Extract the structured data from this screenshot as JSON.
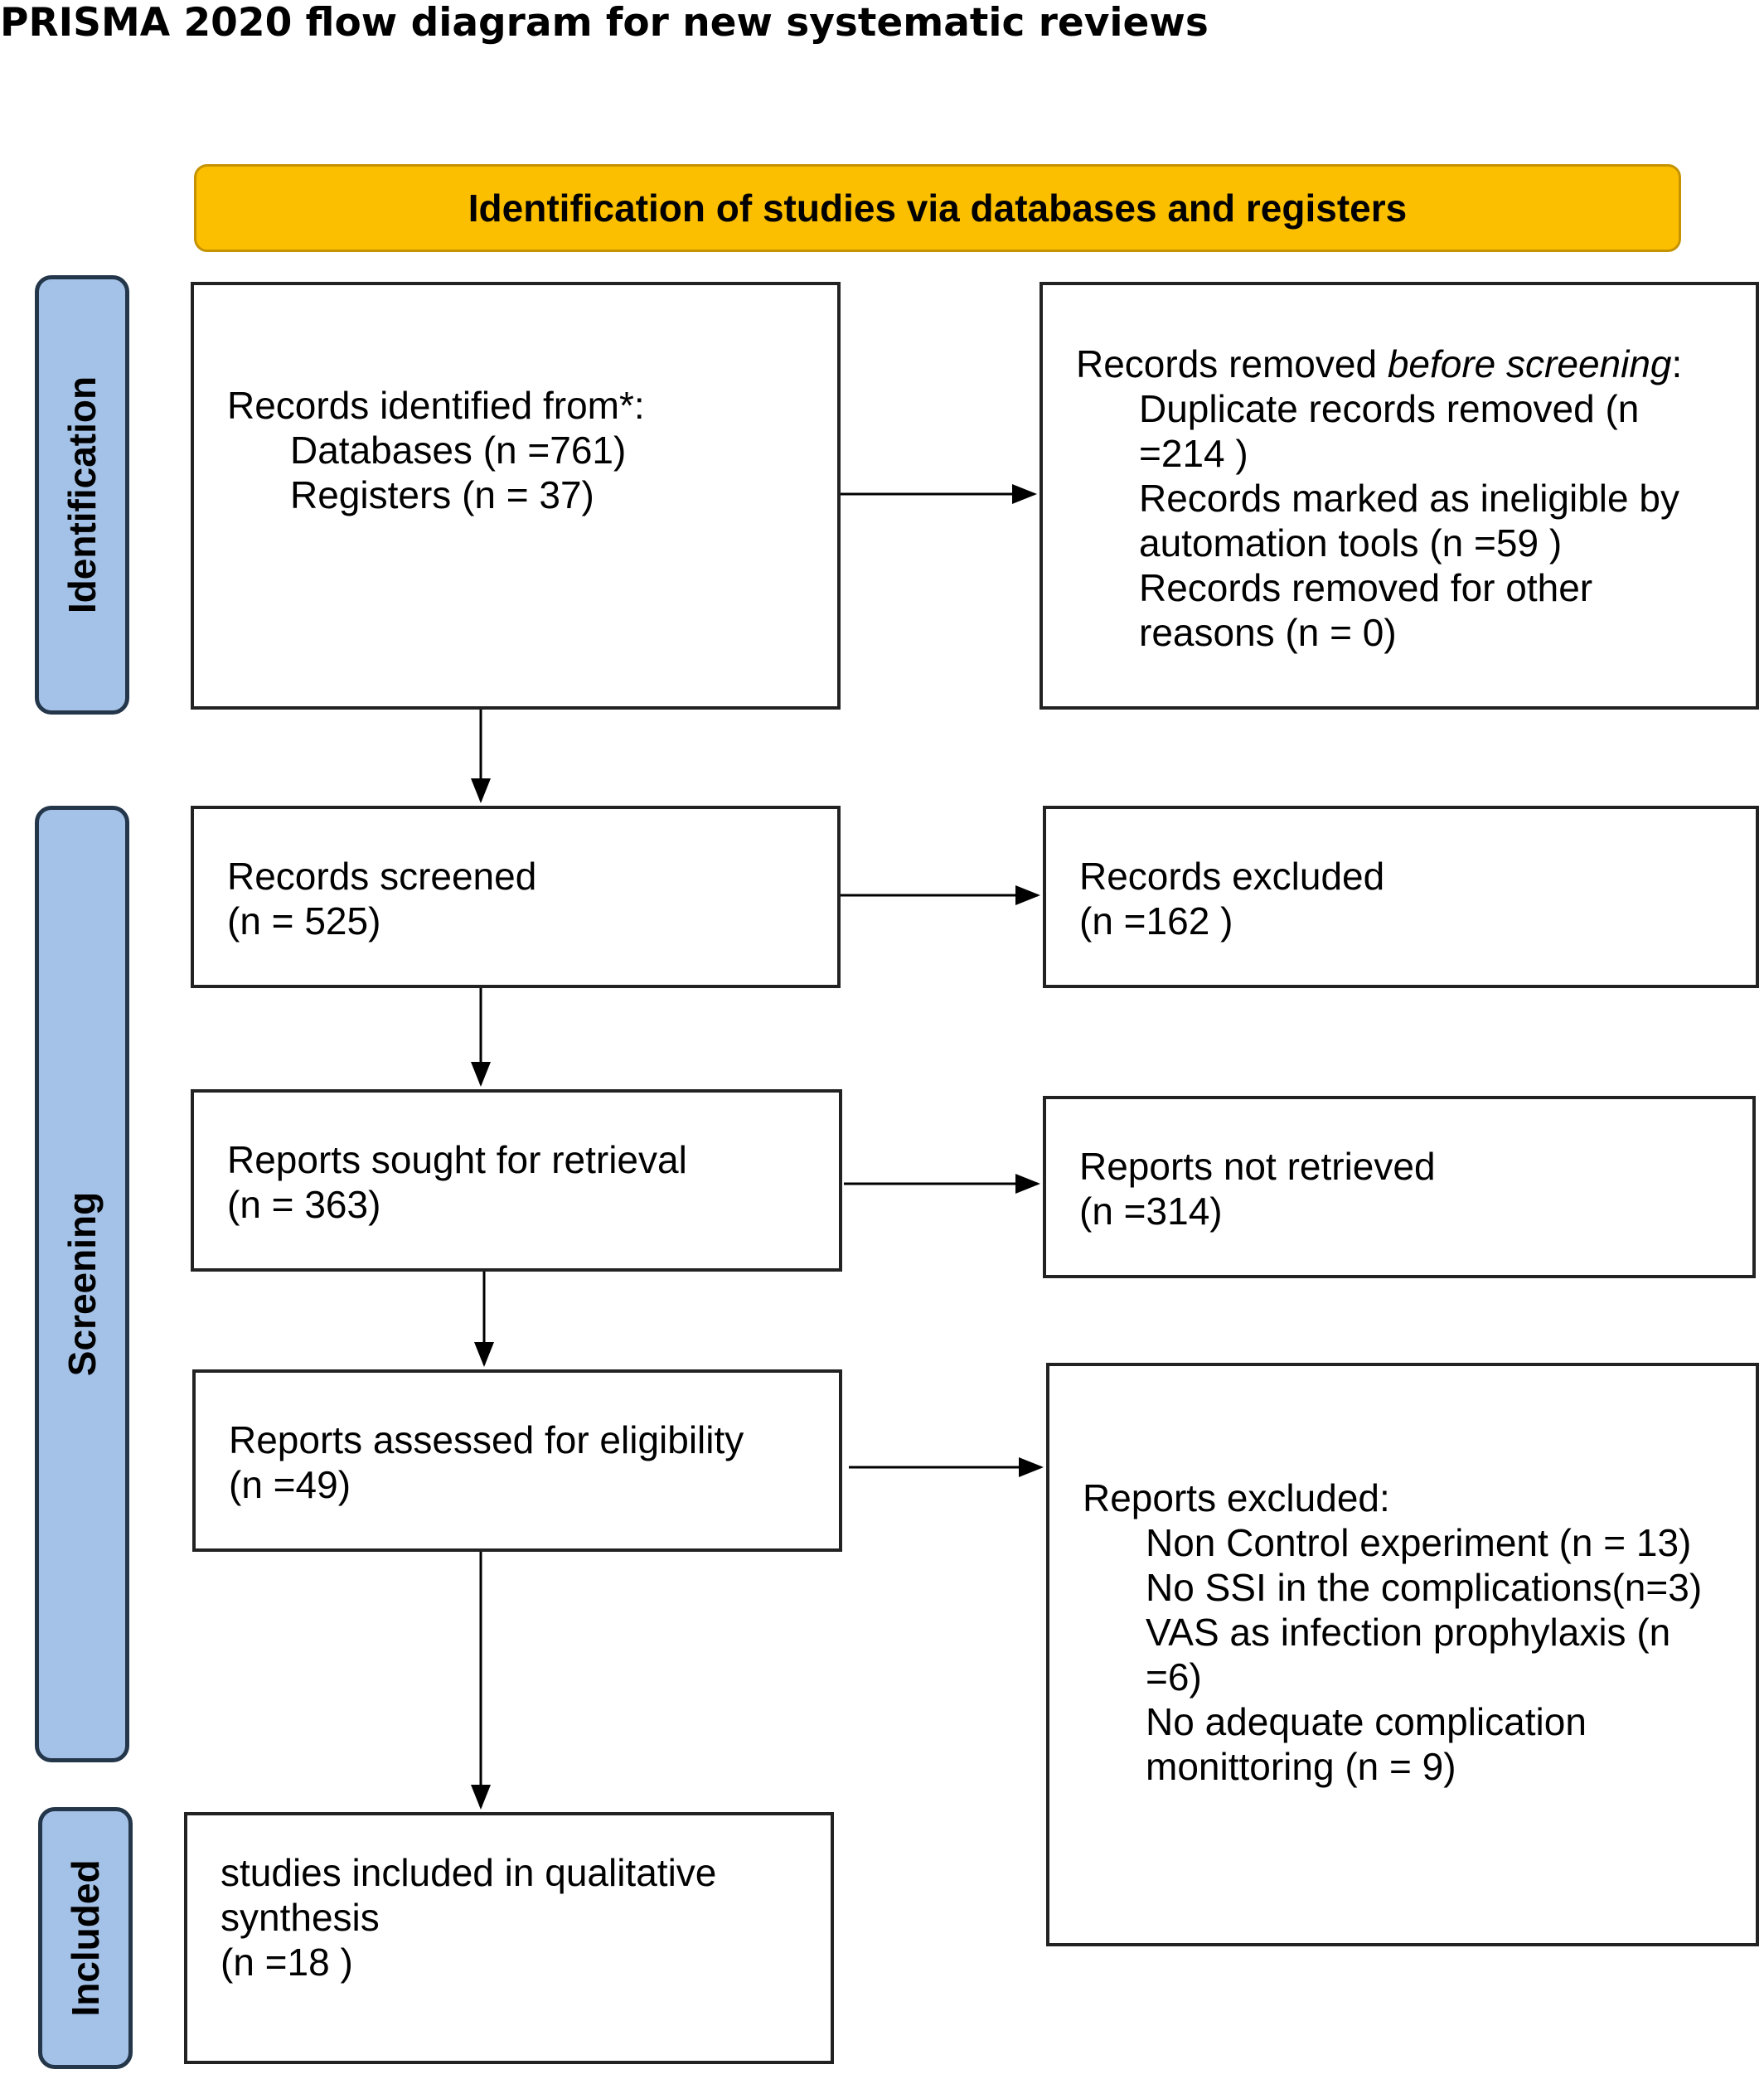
{
  "title": "PRISMA 2020 flow diagram for new systematic reviews",
  "banner": "Identification of studies via databases and registers",
  "phases": {
    "identification": "Identification",
    "screening": "Screening",
    "included": "Included"
  },
  "identified": {
    "heading": "Records identified from*:",
    "databases": "Databases (n =761)",
    "registers": "Registers (n = 37)"
  },
  "removed": {
    "heading_prefix": "Records removed ",
    "heading_emph": "before screening",
    "heading_suffix": ":",
    "duplicates_1": "Duplicate records removed  (n",
    "duplicates_2": "=214 )",
    "automation_1": "Records marked as ineligible by",
    "automation_2": "automation tools (n =59 )",
    "other_1": "Records removed for other",
    "other_2": "reasons (n = 0)"
  },
  "screened": {
    "label": "Records screened",
    "count": "(n = 525)"
  },
  "excluded": {
    "label": "Records excluded",
    "count": "(n =162 )"
  },
  "sought": {
    "label": "Reports sought for retrieval",
    "count": "(n = 363)"
  },
  "not_retrieved": {
    "label": "Reports not retrieved",
    "count": "(n =314)"
  },
  "assessed": {
    "label": "Reports assessed for eligibility",
    "count": "(n =49)"
  },
  "reports_excluded": {
    "heading": "Reports excluded:",
    "reason_1": "Non Control experiment  (n = 13)",
    "reason_2": "No SSI in the complications(n=3)",
    "reason_3a": "VAS as  infection prophylaxis (n",
    "reason_3b": "=6)",
    "reason_4a": "No adequate complication",
    "reason_4b": "monittoring  (n = 9)"
  },
  "included": {
    "label_1": "studies included in qualitative",
    "label_2": "synthesis",
    "count": "(n =18 )"
  }
}
